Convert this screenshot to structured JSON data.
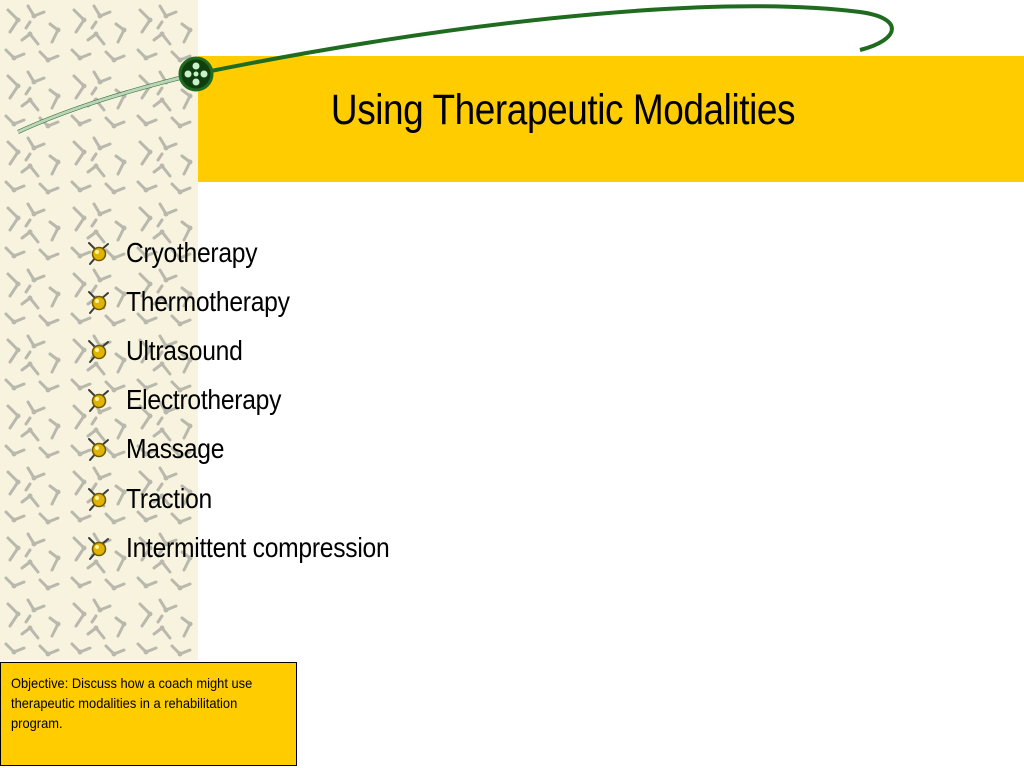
{
  "slide": {
    "title": "Using Therapeutic Modalities",
    "bullets": [
      "Cryotherapy",
      "Thermotherapy",
      "Ultrasound",
      "Electrotherapy",
      "Massage",
      "Traction",
      "Intermittent compression"
    ],
    "objective": "Objective: Discuss how a coach might use therapeutic modalities in a rehabilitation program."
  },
  "icons": {
    "bullet": "molecule-bullet-icon",
    "node": "molecule-node-icon",
    "pattern": "molecule-pattern"
  },
  "colors": {
    "accent": "#ffcc00",
    "swoosh": "#1f6b1f",
    "pattern": "#b8b8ad",
    "pattern_bg": "#f7f3de"
  }
}
